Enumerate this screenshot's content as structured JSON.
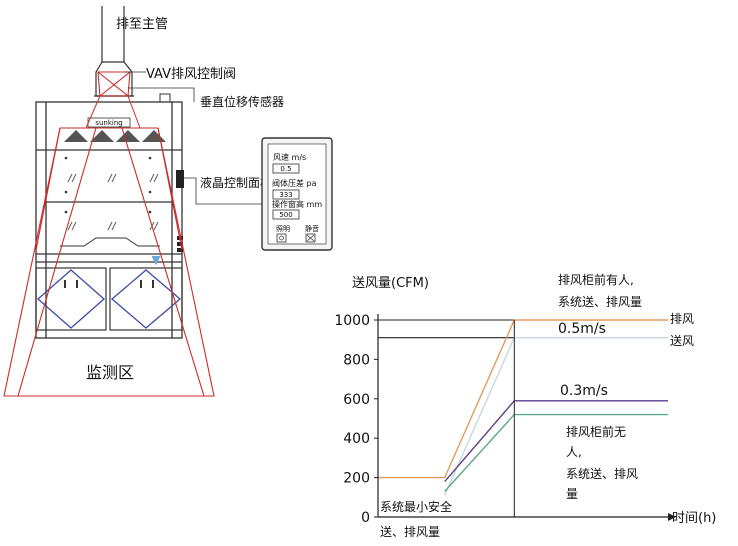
{
  "diagram": {
    "duct_label": "排至主管",
    "valve_label": "VAV排风控制阀",
    "sensor_label": "垂直位移传感器",
    "panel_label": "液晶控制面板",
    "brand_label": "sunking",
    "zone_label": "监测区",
    "panel": {
      "velocity_label": "风速 m/s",
      "velocity_value": "0.5",
      "pressure_label": "阀体压差 pa",
      "pressure_value": "333",
      "height_label": "操作窗高 mm",
      "height_value": "500",
      "btn_light_label": "照明",
      "btn_mute_label": "静音"
    }
  },
  "chart_data": {
    "type": "line",
    "ylabel": "送风量(CFM)",
    "xlabel": "时间(h)",
    "ylim": [
      0,
      1000
    ],
    "yticks": [
      "0",
      "200",
      "400",
      "600",
      "800",
      "1000"
    ],
    "grid": false,
    "annotations": {
      "occupied": [
        "排风柜前有人,",
        "系统送、排风量"
      ],
      "unoccupied": [
        "排风柜前无",
        "人,",
        "系统送、排风",
        "量"
      ],
      "minimum": [
        "系统最小安全",
        "送、排风量"
      ],
      "speed_high": "0.5m/s",
      "speed_low": "0.3m/s",
      "exhaust": "排风",
      "supply": "送风"
    },
    "series": [
      {
        "color": "#e39a5c",
        "points": [
          [
            0,
            200
          ],
          [
            0.28,
            200
          ],
          [
            0.58,
            1000
          ],
          [
            1,
            1000
          ]
        ]
      },
      {
        "color": "#c8d7e6",
        "points": [
          [
            0.28,
            110
          ],
          [
            0.58,
            910
          ],
          [
            1,
            910
          ]
        ]
      },
      {
        "color": "#5a3d8c",
        "points": [
          [
            0.28,
            180
          ],
          [
            0.58,
            590
          ],
          [
            1,
            590
          ]
        ]
      },
      {
        "color": "#5ea88a",
        "points": [
          [
            0.28,
            130
          ],
          [
            0.58,
            520
          ],
          [
            1,
            520
          ]
        ]
      }
    ],
    "reference_lines": [
      {
        "y": 1000,
        "color": "#222222"
      },
      {
        "y": 910,
        "color": "#222222"
      }
    ]
  },
  "colors": {
    "red": "#cc2b2b",
    "blue": "#3d4aa6"
  }
}
